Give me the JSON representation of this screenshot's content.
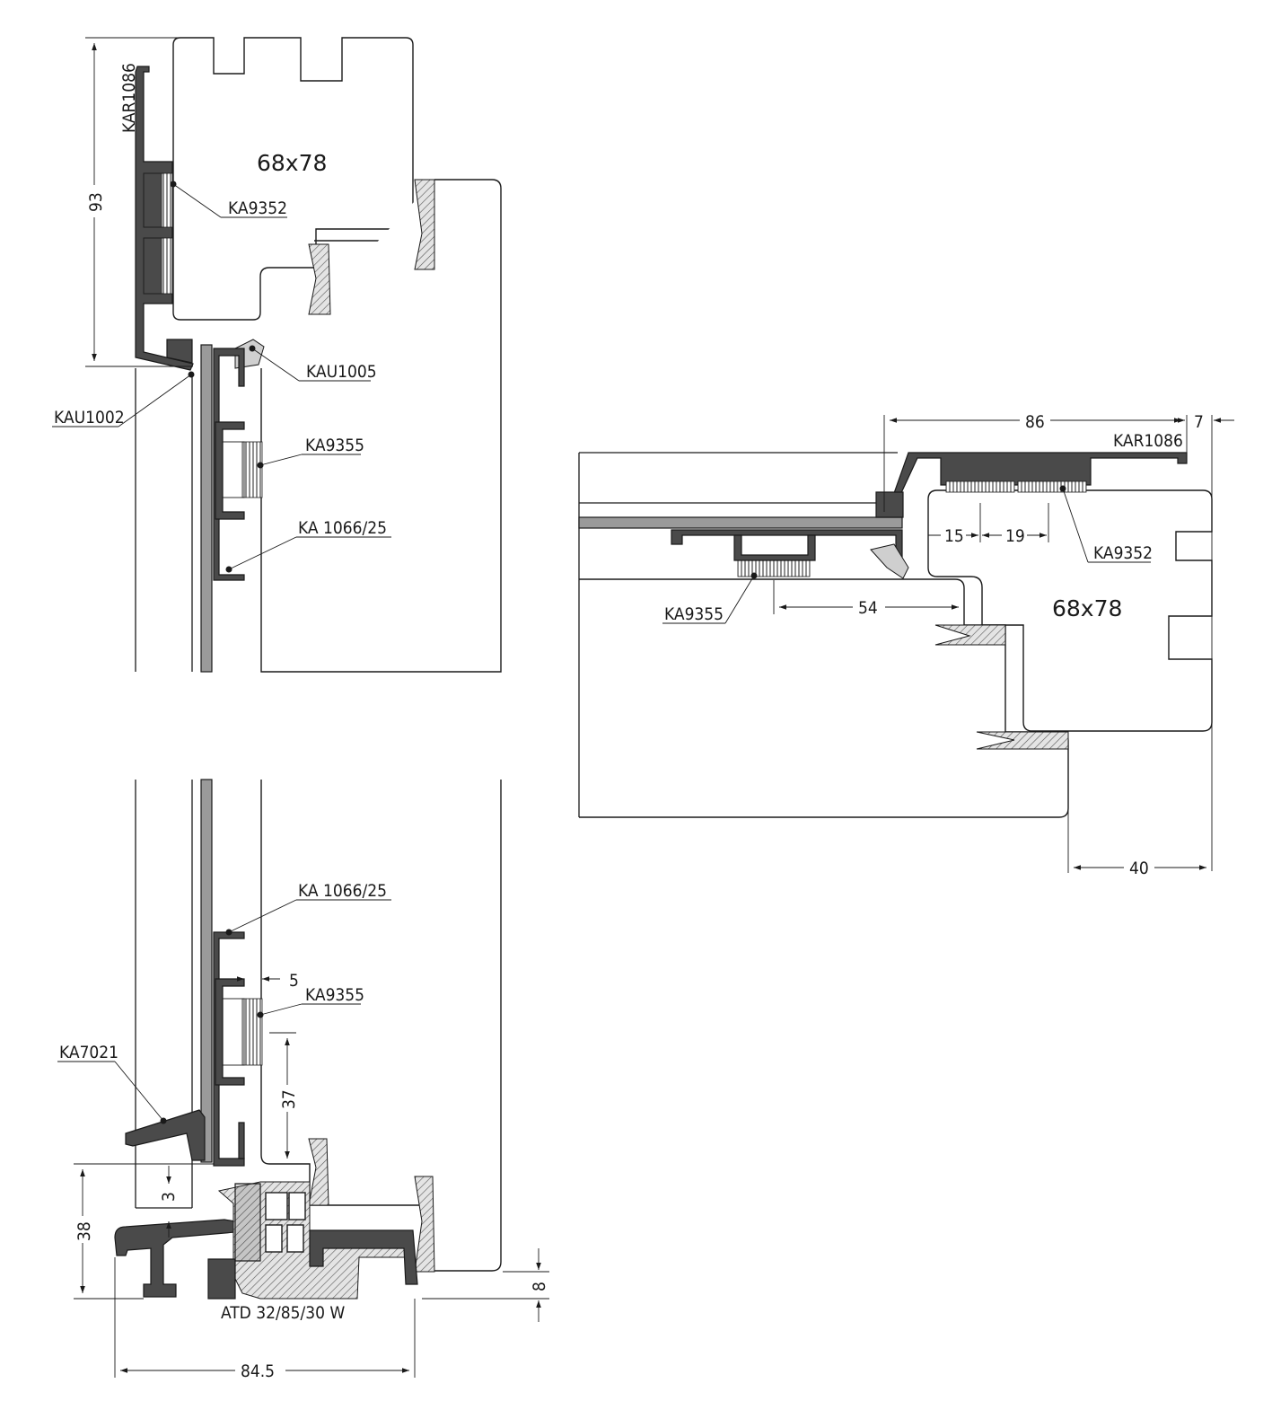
{
  "labels": {
    "kar1086_a": "KAR1086",
    "ka9352_a": "KA9352",
    "kau1005": "KAU1005",
    "kau1002": "KAU1002",
    "ka9355_a": "KA9355",
    "ka1066_a": "KA 1066/25",
    "timber_a": "68x78",
    "ka1066_b": "KA 1066/25",
    "ka9355_b": "KA9355",
    "ka7021": "KA7021",
    "atd": "ATD 32/85/30 W",
    "kar1086_b": "KAR1086",
    "ka9352_b": "KA9352",
    "ka9355_c": "KA9355",
    "timber_b": "68x78"
  },
  "dimensions": {
    "d93": "93",
    "d5": "5",
    "d37": "37",
    "d3": "3",
    "d38": "38",
    "d8": "8",
    "d84_5": "84.5",
    "d86": "86",
    "d7": "7",
    "d15": "15",
    "d19": "19",
    "d54": "54",
    "d40": "40"
  }
}
